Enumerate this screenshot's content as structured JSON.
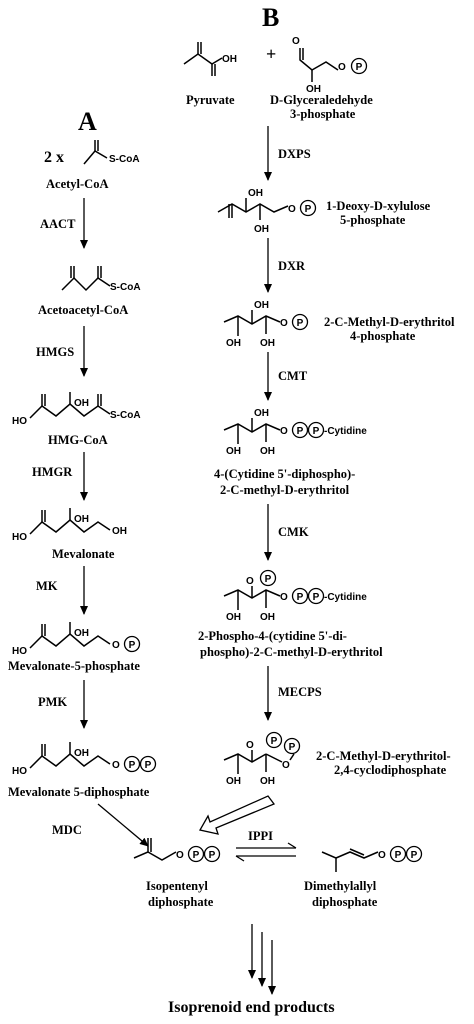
{
  "panels": {
    "a": "A",
    "b": "B"
  },
  "pathway_a": {
    "multiplier": "2 x",
    "compounds": [
      "Acetyl-CoA",
      "Acetoacetyl-CoA",
      "HMG-CoA",
      "Mevalonate",
      "Mevalonate-5-phosphate",
      "Mevalonate 5-diphosphate"
    ],
    "enzymes": [
      "AACT",
      "HMGS",
      "HMGR",
      "MK",
      "PMK",
      "MDC"
    ]
  },
  "pathway_b": {
    "plus": "+",
    "pyruvate": "Pyruvate",
    "g3p": [
      "D-Glyceraledehyde",
      "3-phosphate"
    ],
    "dxp": [
      "1-Deoxy-D-xylulose",
      "5-phosphate"
    ],
    "mep": [
      "2-C-Methyl-D-erythritol",
      "4-phosphate"
    ],
    "cdpme": [
      "4-(Cytidine 5'-diphospho)-",
      "2-C-methyl-D-erythritol"
    ],
    "cdpmep": [
      "2-Phospho-4-(cytidine 5'-di-",
      "phospho)-2-C-methyl-D-erythritol"
    ],
    "mecpp": [
      "2-C-Methyl-D-erythritol-",
      "2,4-cyclodiphosphate"
    ],
    "enzymes": [
      "DXPS",
      "DXR",
      "CMT",
      "CMK",
      "MECPS"
    ]
  },
  "shared": {
    "ipp": [
      "Isopentenyl",
      "diphosphate"
    ],
    "dmapp": [
      "Dimethylallyl",
      "diphosphate"
    ],
    "enzyme": "IPPI",
    "end_products": "Isoprenoid end products"
  },
  "structure_labels": {
    "scoa": "S-CoA",
    "oh": "OH",
    "ho": "HO",
    "o": "O",
    "p": "P",
    "cytidine": "-Cytidine"
  }
}
